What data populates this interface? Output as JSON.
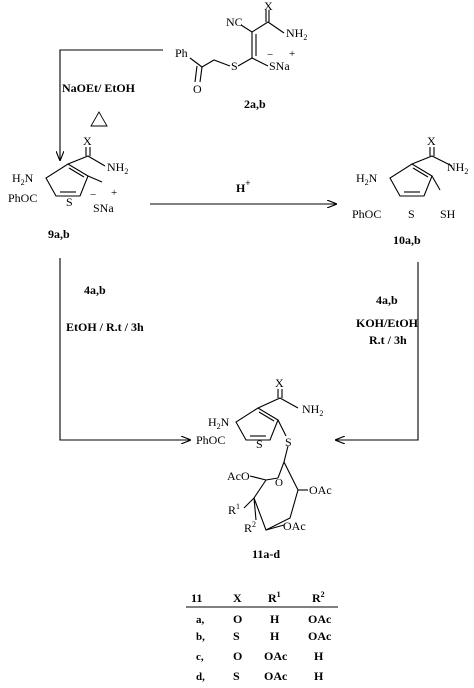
{
  "compounds": {
    "c2": {
      "label": "2a,b",
      "nc": "NC",
      "x": "X",
      "nh2": "NH",
      "nh2_sub": "2",
      "ph": "Ph",
      "o": "O",
      "s": "S",
      "sna": "SNa",
      "minus": "−",
      "plus": "+"
    },
    "c9": {
      "label": "9a,b",
      "h2n": "H",
      "h2n_sub": "2",
      "h2n_n": "N",
      "x": "X",
      "nh2": "NH",
      "nh2_sub": "2",
      "phoc": "PhOC",
      "s": "S",
      "sna": "SNa",
      "minus": "−",
      "plus": "+"
    },
    "c10": {
      "label": "10a,b",
      "h2n": "H",
      "h2n_sub": "2",
      "h2n_n": "N",
      "x": "X",
      "nh2": "NH",
      "nh2_sub": "2",
      "phoc": "PhOC",
      "s": "S",
      "sh": "SH"
    },
    "c11": {
      "label": "11a-d",
      "h2n": "H",
      "h2n_sub": "2",
      "h2n_n": "N",
      "x": "X",
      "nh2": "NH",
      "nh2_sub": "2",
      "phoc": "PhOC",
      "s": "S",
      "s_link": "S",
      "aco": "AcO",
      "o_ring": "O",
      "oac1": "OAc",
      "r1": "R",
      "r1_sup": "1",
      "r2": "R",
      "r2_sup": "2",
      "oac2": "OAc"
    }
  },
  "conditions": {
    "step1": "NaOEt/ EtOH",
    "step2_reagent": "H",
    "step2_charge": "+",
    "step3_reagent": "4a,b",
    "step3_cond": "EtOH / R.t / 3h",
    "step4_reagent": "4a,b",
    "step4_cond1": "KOH/EtOH",
    "step4_cond2": "R.t / 3h"
  },
  "table": {
    "headers": {
      "compound": "11",
      "x": "X",
      "r1": "R",
      "r1_sup": "1",
      "r2": "R",
      "r2_sup": "2"
    },
    "rows": [
      {
        "id": "a,",
        "x": "O",
        "r1": "H",
        "r2": "OAc"
      },
      {
        "id": "b,",
        "x": "S",
        "r1": "H",
        "r2": "OAc"
      },
      {
        "id": "c,",
        "x": "O",
        "r1": "OAc",
        "r2": "H"
      },
      {
        "id": "d,",
        "x": "S",
        "r1": "OAc",
        "r2": "H"
      }
    ]
  }
}
